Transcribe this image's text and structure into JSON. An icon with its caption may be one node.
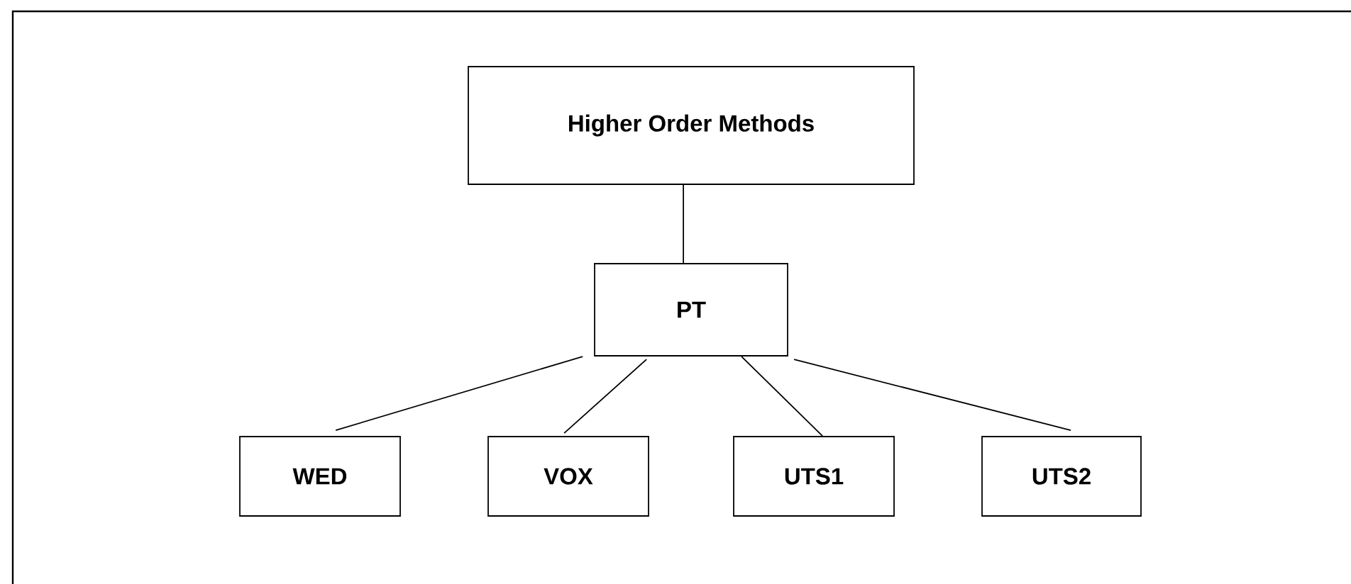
{
  "diagram": {
    "nodes": [
      {
        "text": [
          "Higher Order Methods"
        ]
      },
      {
        "text": [
          "PT"
        ]
      },
      {
        "text": [
          "WED"
        ]
      },
      {
        "text": [
          "VOX"
        ]
      },
      {
        "text": [
          "UTS1"
        ]
      },
      {
        "text": [
          "UTS2"
        ]
      }
    ],
    "edges": [
      {
        "from": 0,
        "to": 1,
        "arrow": "none"
      },
      {
        "from": 1,
        "to": 2,
        "arrow": "none"
      },
      {
        "from": 1,
        "to": 3,
        "arrow": "none"
      },
      {
        "from": 1,
        "to": 4,
        "arrow": "none"
      },
      {
        "from": 1,
        "to": 5,
        "arrow": "none"
      }
    ]
  }
}
